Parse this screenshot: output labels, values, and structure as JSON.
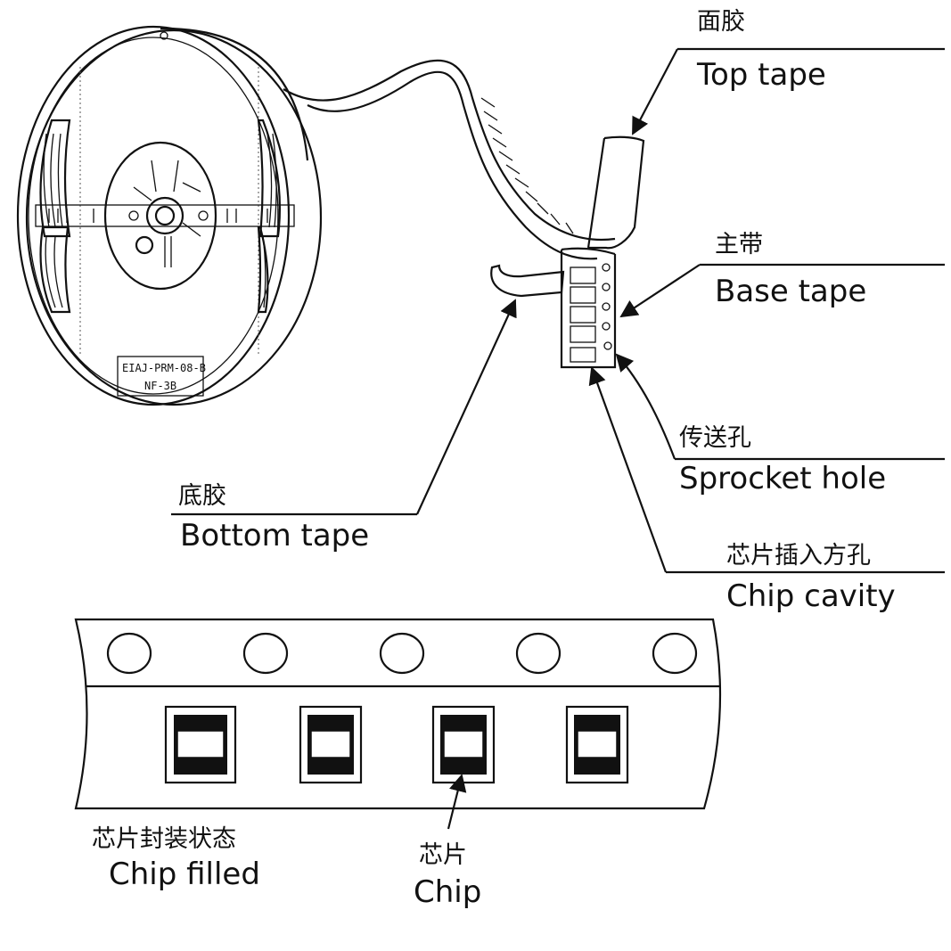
{
  "reel": {
    "label_line1": "EIAJ-PRM-08-B",
    "label_line2": "NF-3B"
  },
  "callouts": {
    "top_tape": {
      "zh": "面胶",
      "en": "Top tape"
    },
    "base_tape": {
      "zh": "主带",
      "en": "Base tape"
    },
    "sprocket_hole": {
      "zh": "传送孔",
      "en": "Sprocket hole"
    },
    "bottom_tape": {
      "zh": "底胶",
      "en": "Bottom tape"
    },
    "chip_cavity": {
      "zh": "芯片插入方孔",
      "en": "Chip cavity"
    },
    "chip_filled": {
      "zh": "芯片封装状态",
      "en": "Chip filled"
    },
    "chip": {
      "zh": "芯片",
      "en": "Chip"
    }
  },
  "colors": {
    "ink": "#111111",
    "paper": "#ffffff"
  }
}
